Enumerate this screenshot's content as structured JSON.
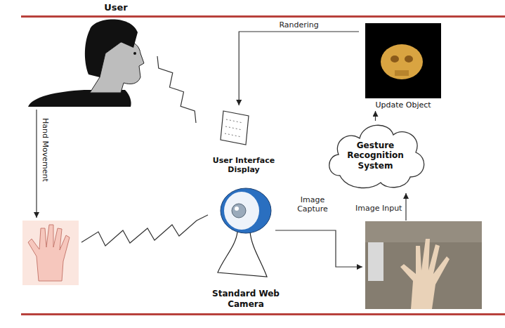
{
  "diagram": {
    "nodes": [
      {
        "text": [
          "User"
        ]
      },
      {
        "text": [
          "Update Object"
        ]
      },
      {
        "text": [
          "User Interface Display"
        ]
      },
      {
        "text": [
          "Gesture Recognition System"
        ]
      },
      {
        "text": [
          "Standard Web Camera"
        ]
      }
    ],
    "edges": [
      {
        "from": 3,
        "to": 1,
        "arrow": "to"
      },
      {
        "from": 1,
        "to": 2,
        "label": "Randering",
        "arrow": "to"
      },
      {
        "from": 2,
        "to": 0,
        "arrow": "none"
      }
    ],
    "labels": [
      "Hand Movement",
      "Image Capture",
      "Image Input"
    ]
  }
}
